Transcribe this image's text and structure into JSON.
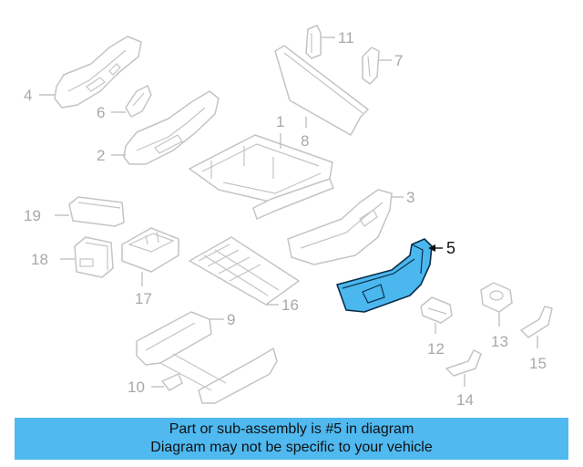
{
  "callouts": {
    "c1": "1",
    "c2": "2",
    "c3": "3",
    "c4": "4",
    "c5": "5",
    "c6": "6",
    "c7": "7",
    "c8": "8",
    "c9": "9",
    "c10": "10",
    "c11": "11",
    "c12": "12",
    "c13": "13",
    "c14": "14",
    "c15": "15",
    "c16": "16",
    "c17": "17",
    "c18": "18",
    "c19": "19"
  },
  "highlight": {
    "part": "5",
    "color": "#4ab8ee"
  },
  "banner": {
    "line1": "Part or sub-assembly is #5 in diagram",
    "line2": "Diagram may not be specific to your vehicle",
    "color": "#4fb9f0"
  }
}
